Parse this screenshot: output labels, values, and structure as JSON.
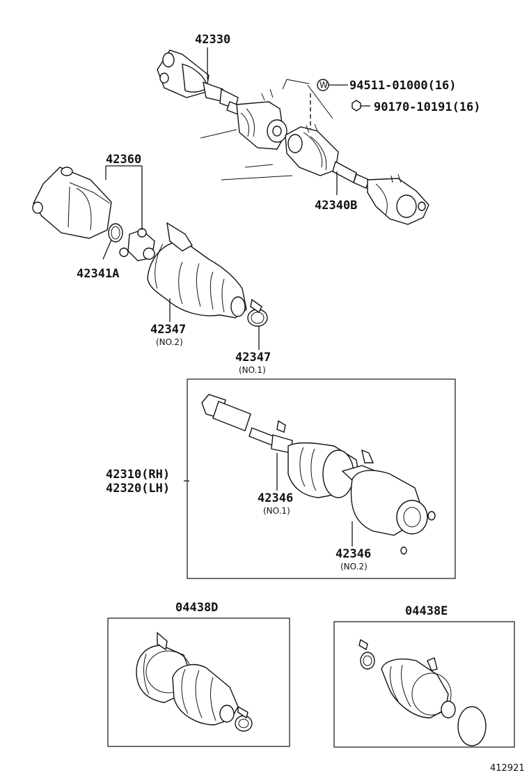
{
  "labels": {
    "p42330": "42330",
    "p94511": "94511-01000(16)",
    "w_symbol": "W",
    "p90170": "90170-10191(16)",
    "p42360": "42360",
    "p42340b": "42340B",
    "p42341a": "42341A",
    "p42347_no2": "42347",
    "p42347_no2_sub": "(NO.2)",
    "p42347_no1": "42347",
    "p42347_no1_sub": "(NO.1)",
    "p42310": "42310(RH)",
    "p42320": "42320(LH)",
    "p42346_no1": "42346",
    "p42346_no1_sub": "(NO.1)",
    "p42346_no2": "42346",
    "p42346_no2_sub": "(NO.2)",
    "p04438d": "04438D",
    "p04438e": "04438E",
    "figure_number": "412921"
  }
}
